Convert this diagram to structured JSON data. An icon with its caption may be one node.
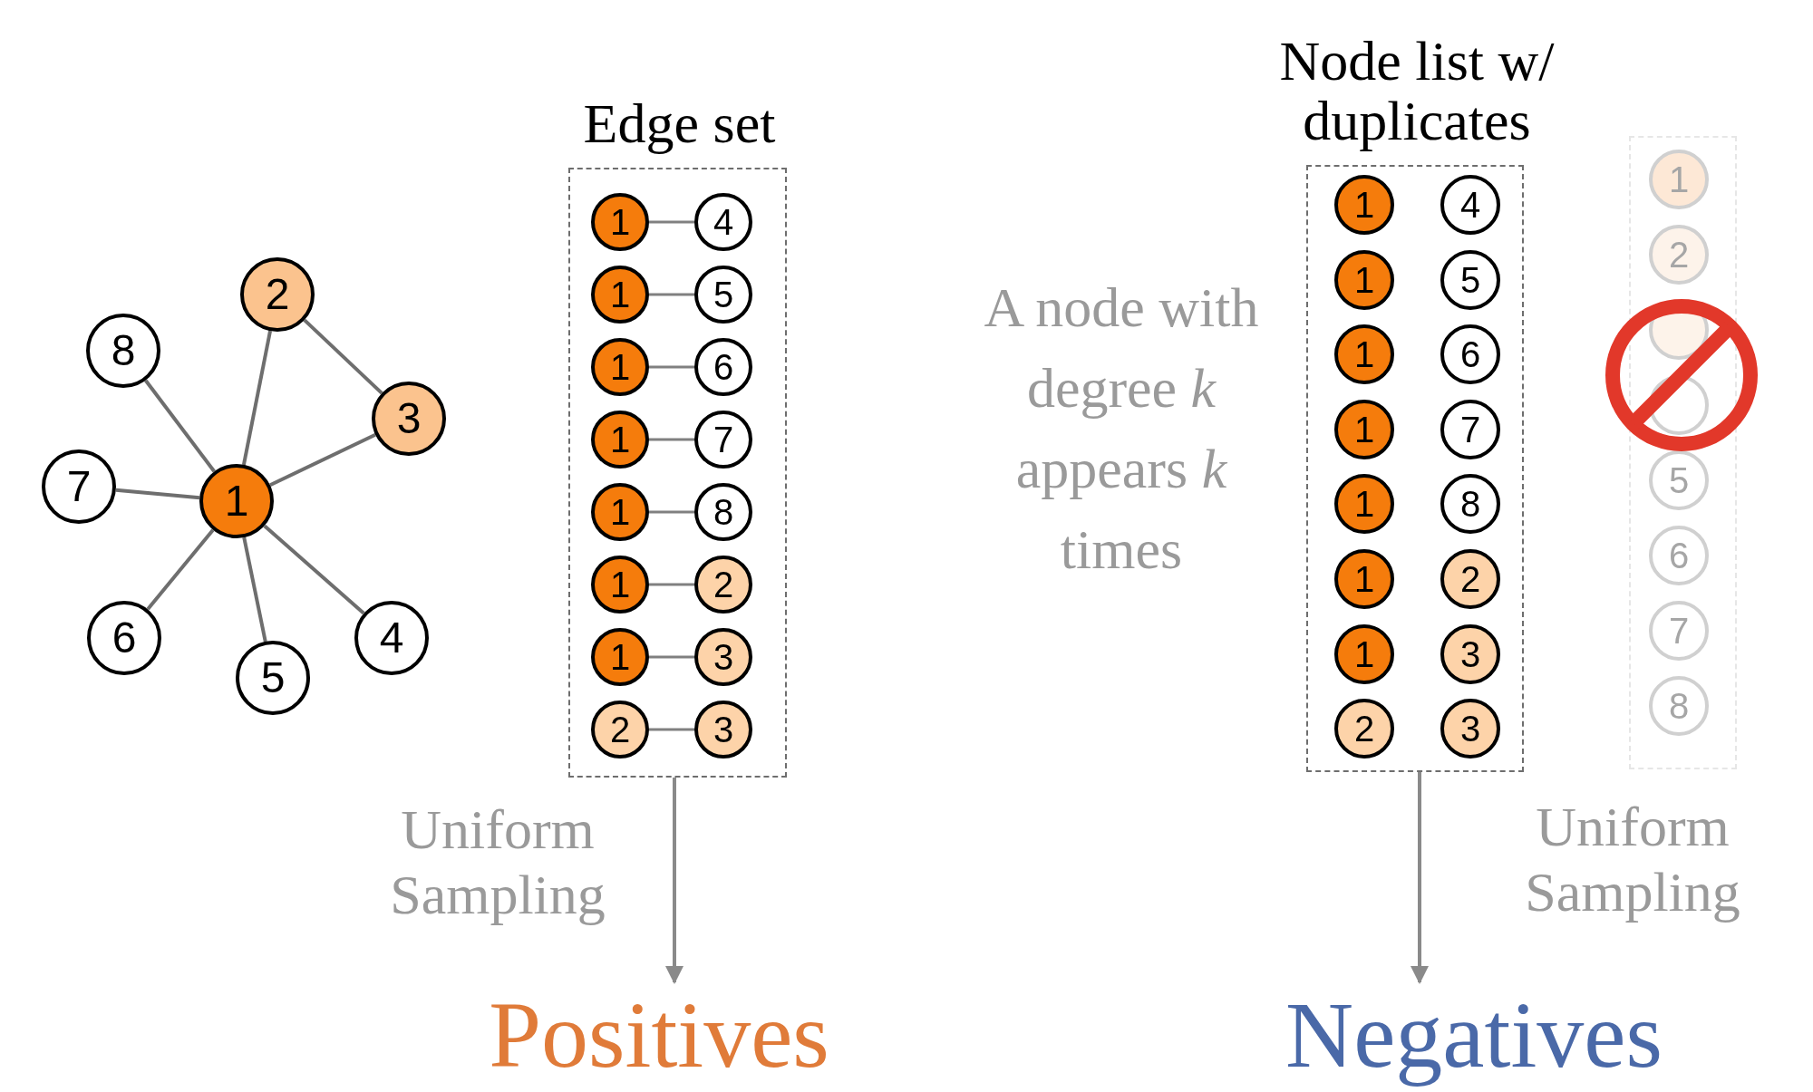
{
  "diagram": {
    "nodes": [
      {
        "text": [
          "1"
        ]
      },
      {
        "text": [
          "2"
        ]
      },
      {
        "text": [
          "3"
        ]
      },
      {
        "text": [
          "4"
        ]
      },
      {
        "text": [
          "5"
        ]
      },
      {
        "text": [
          "6"
        ]
      },
      {
        "text": [
          "7"
        ]
      },
      {
        "text": [
          "8"
        ]
      },
      {
        "text": [
          "Edge set"
        ]
      },
      {
        "text": [
          "1"
        ],
        "in": 8
      },
      {
        "text": [
          "4"
        ],
        "in": 8
      },
      {
        "text": [
          "1"
        ],
        "in": 8
      },
      {
        "text": [
          "5"
        ],
        "in": 8
      },
      {
        "text": [
          "1"
        ],
        "in": 8
      },
      {
        "text": [
          "6"
        ],
        "in": 8
      },
      {
        "text": [
          "1"
        ],
        "in": 8
      },
      {
        "text": [
          "7"
        ],
        "in": 8
      },
      {
        "text": [
          "1"
        ],
        "in": 8
      },
      {
        "text": [
          "8"
        ],
        "in": 8
      },
      {
        "text": [
          "1"
        ],
        "in": 8
      },
      {
        "text": [
          "2"
        ],
        "in": 8
      },
      {
        "text": [
          "1"
        ],
        "in": 8
      },
      {
        "text": [
          "3"
        ],
        "in": 8
      },
      {
        "text": [
          "2"
        ],
        "in": 8
      },
      {
        "text": [
          "3"
        ],
        "in": 8
      },
      {
        "text": [
          "Node list w/ duplicates"
        ]
      },
      {
        "text": [
          "1"
        ],
        "in": 25
      },
      {
        "text": [
          "4"
        ],
        "in": 25
      },
      {
        "text": [
          "1"
        ],
        "in": 25
      },
      {
        "text": [
          "5"
        ],
        "in": 25
      },
      {
        "text": [
          "1"
        ],
        "in": 25
      },
      {
        "text": [
          "6"
        ],
        "in": 25
      },
      {
        "text": [
          "1"
        ],
        "in": 25
      },
      {
        "text": [
          "7"
        ],
        "in": 25
      },
      {
        "text": [
          "1"
        ],
        "in": 25
      },
      {
        "text": [
          "8"
        ],
        "in": 25
      },
      {
        "text": [
          "1"
        ],
        "in": 25
      },
      {
        "text": [
          "2"
        ],
        "in": 25
      },
      {
        "text": [
          "1"
        ],
        "in": 25
      },
      {
        "text": [
          "3"
        ],
        "in": 25
      },
      {
        "text": [
          "2"
        ],
        "in": 25
      },
      {
        "text": [
          "3"
        ],
        "in": 25
      },
      {
        "text": [],
        "shape": "box"
      },
      {
        "text": [
          "1"
        ],
        "in": 42
      },
      {
        "text": [
          "2"
        ],
        "in": 42
      },
      {
        "text": [],
        "shape": "circle",
        "in": 42
      },
      {
        "text": [],
        "shape": "circle",
        "in": 42
      },
      {
        "text": [
          "5"
        ],
        "in": 42
      },
      {
        "text": [
          "6"
        ],
        "in": 42
      },
      {
        "text": [
          "7"
        ],
        "in": 42
      },
      {
        "text": [
          "8"
        ],
        "in": 42
      },
      {
        "text": [
          "Positives"
        ]
      },
      {
        "text": [
          "Negatives"
        ]
      }
    ],
    "edges": [
      {
        "from": 0,
        "to": 1,
        "arrow": "none"
      },
      {
        "from": 0,
        "to": 2,
        "arrow": "none"
      },
      {
        "from": 1,
        "to": 2,
        "arrow": "none"
      },
      {
        "from": 0,
        "to": 3,
        "arrow": "none"
      },
      {
        "from": 0,
        "to": 4,
        "arrow": "none"
      },
      {
        "from": 0,
        "to": 5,
        "arrow": "none"
      },
      {
        "from": 0,
        "to": 6,
        "arrow": "none"
      },
      {
        "from": 0,
        "to": 7,
        "arrow": "none"
      },
      {
        "from": 9,
        "to": 10,
        "arrow": "none"
      },
      {
        "from": 11,
        "to": 12,
        "arrow": "none"
      },
      {
        "from": 13,
        "to": 14,
        "arrow": "none"
      },
      {
        "from": 15,
        "to": 16,
        "arrow": "none"
      },
      {
        "from": 17,
        "to": 18,
        "arrow": "none"
      },
      {
        "from": 19,
        "to": 20,
        "arrow": "none"
      },
      {
        "from": 21,
        "to": 22,
        "arrow": "none"
      },
      {
        "from": 23,
        "to": 24,
        "arrow": "none"
      },
      {
        "from": 8,
        "to": 51,
        "arrow": "to",
        "label": "Uniform Sampling"
      },
      {
        "from": 25,
        "to": 52,
        "arrow": "to",
        "label": "Uniform Sampling"
      }
    ],
    "labels": [
      "A node with degree *k* appears *k* times"
    ]
  }
}
